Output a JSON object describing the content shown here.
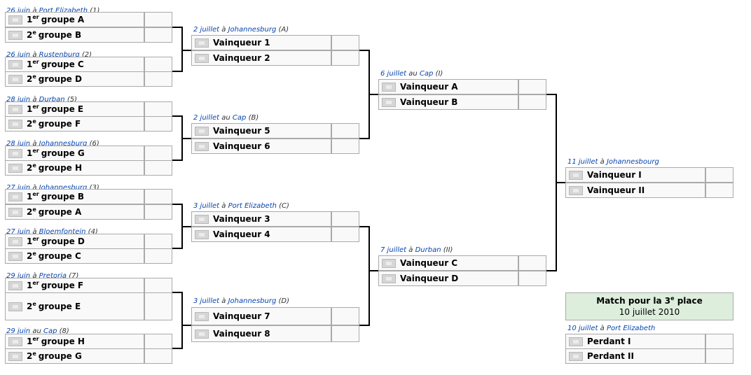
{
  "round_of_16": [
    {
      "date": "26 juin",
      "sep": "à",
      "city": "Port Elizabeth",
      "num": "(1)",
      "teams": [
        {
          "ord": "1",
          "sup": "er",
          "group": "groupe A"
        },
        {
          "ord": "2",
          "sup": "e",
          "group": "groupe B"
        }
      ]
    },
    {
      "date": "26 juin",
      "sep": "à",
      "city": "Rustenburg",
      "num": "(2)",
      "teams": [
        {
          "ord": "1",
          "sup": "er",
          "group": "groupe C"
        },
        {
          "ord": "2",
          "sup": "e",
          "group": "groupe D"
        }
      ]
    },
    {
      "date": "28 juin",
      "sep": "à",
      "city": "Durban",
      "num": "(5)",
      "teams": [
        {
          "ord": "1",
          "sup": "er",
          "group": "groupe E"
        },
        {
          "ord": "2",
          "sup": "e",
          "group": "groupe F"
        }
      ]
    },
    {
      "date": "28 juin",
      "sep": "à",
      "city": "Johannesburg",
      "num": "(6)",
      "teams": [
        {
          "ord": "1",
          "sup": "er",
          "group": "groupe G"
        },
        {
          "ord": "2",
          "sup": "e",
          "group": "groupe H"
        }
      ]
    },
    {
      "date": "27 juin",
      "sep": "à",
      "city": "Johannesburg",
      "num": "(3)",
      "teams": [
        {
          "ord": "1",
          "sup": "er",
          "group": "groupe B"
        },
        {
          "ord": "2",
          "sup": "e",
          "group": "groupe A"
        }
      ]
    },
    {
      "date": "27 juin",
      "sep": "à",
      "city": "Bloemfontein",
      "num": "(4)",
      "teams": [
        {
          "ord": "1",
          "sup": "er",
          "group": "groupe D"
        },
        {
          "ord": "2",
          "sup": "e",
          "group": "groupe C"
        }
      ]
    },
    {
      "date": "29 juin",
      "sep": "à",
      "city": "Pretoria",
      "num": "(7)",
      "teams": [
        {
          "ord": "1",
          "sup": "er",
          "group": "groupe F"
        },
        {
          "ord": "2",
          "sup": "e",
          "group": "groupe E"
        }
      ]
    },
    {
      "date": "29 juin",
      "sep": "au",
      "city": "Cap",
      "num": "(8)",
      "teams": [
        {
          "ord": "1",
          "sup": "er",
          "group": "groupe H"
        },
        {
          "ord": "2",
          "sup": "e",
          "group": "groupe G"
        }
      ]
    }
  ],
  "quarter_finals": [
    {
      "date": "2 juillet",
      "sep": "à",
      "city": "Johannesburg",
      "num": "(A)",
      "teams": [
        {
          "label": "Vainqueur 1"
        },
        {
          "label": "Vainqueur 2"
        }
      ]
    },
    {
      "date": "2 juillet",
      "sep": "au",
      "city": "Cap",
      "num": "(B)",
      "teams": [
        {
          "label": "Vainqueur 5"
        },
        {
          "label": "Vainqueur 6"
        }
      ]
    },
    {
      "date": "3 juillet",
      "sep": "à",
      "city": "Port Elizabeth",
      "num": "(C)",
      "teams": [
        {
          "label": "Vainqueur 3"
        },
        {
          "label": "Vainqueur 4"
        }
      ]
    },
    {
      "date": "3 juillet",
      "sep": "à",
      "city": "Johannesburg",
      "num": "(D)",
      "teams": [
        {
          "label": "Vainqueur 7"
        },
        {
          "label": "Vainqueur 8"
        }
      ]
    }
  ],
  "semi_finals": [
    {
      "date": "6 juillet",
      "sep": "au",
      "city": "Cap",
      "num": "(I)",
      "teams": [
        {
          "label": "Vainqueur A"
        },
        {
          "label": "Vainqueur B"
        }
      ]
    },
    {
      "date": "7 juillet",
      "sep": "à",
      "city": "Durban",
      "num": "(II)",
      "teams": [
        {
          "label": "Vainqueur C"
        },
        {
          "label": "Vainqueur D"
        }
      ]
    }
  ],
  "final": {
    "date": "11 juillet",
    "sep": "à",
    "city": "Johannesbourg",
    "num": "",
    "teams": [
      {
        "label": "Vainqueur I"
      },
      {
        "label": "Vainqueur II"
      }
    ]
  },
  "third_place": {
    "title_before": "Match pour la 3",
    "title_sup": "e",
    "title_after": " place",
    "date_line": "10 juillet 2010",
    "date": "10 juillet",
    "sep": "à",
    "city": "Port Elizabeth",
    "num": "",
    "teams": [
      {
        "label": "Perdant I"
      },
      {
        "label": "Perdant II"
      }
    ]
  },
  "flag_icon": "flag-placeholder-icon",
  "colors": {
    "box_bg": "#f9f9f9",
    "box_border": "#aaaaaa",
    "link": "#0645ad",
    "third_place_bg": "#ddeedd",
    "connector": "#000000"
  }
}
